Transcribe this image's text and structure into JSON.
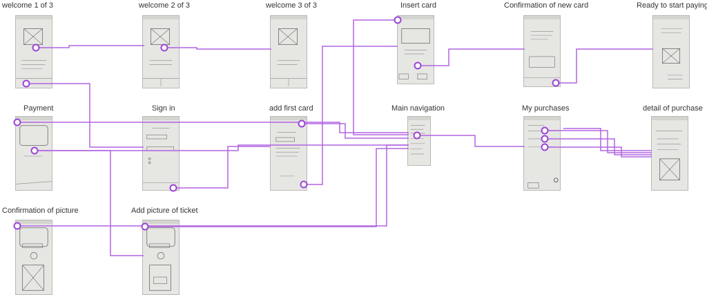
{
  "diagram": {
    "accent_color": "#b164e0",
    "screens": [
      {
        "id": "welcome-1",
        "label": "welcome 1 of 3"
      },
      {
        "id": "welcome-2",
        "label": "welcome 2 of 3"
      },
      {
        "id": "welcome-3",
        "label": "welcome 3 of 3"
      },
      {
        "id": "insert-card",
        "label": "Insert card"
      },
      {
        "id": "confirmation-new-card",
        "label": "Confirmation of new card"
      },
      {
        "id": "ready-to-pay",
        "label": "Ready to start paying"
      },
      {
        "id": "payment",
        "label": "Payment"
      },
      {
        "id": "sign-in",
        "label": "Sign in"
      },
      {
        "id": "add-first-card",
        "label": "add first card"
      },
      {
        "id": "main-navigation",
        "label": "Main navigation"
      },
      {
        "id": "my-purchases",
        "label": "My purchases"
      },
      {
        "id": "detail-of-purchase",
        "label": "detail of purchase"
      },
      {
        "id": "confirmation-picture",
        "label": "Confirmation of picture"
      },
      {
        "id": "add-picture-ticket",
        "label": "Add picture of ticket"
      }
    ]
  }
}
